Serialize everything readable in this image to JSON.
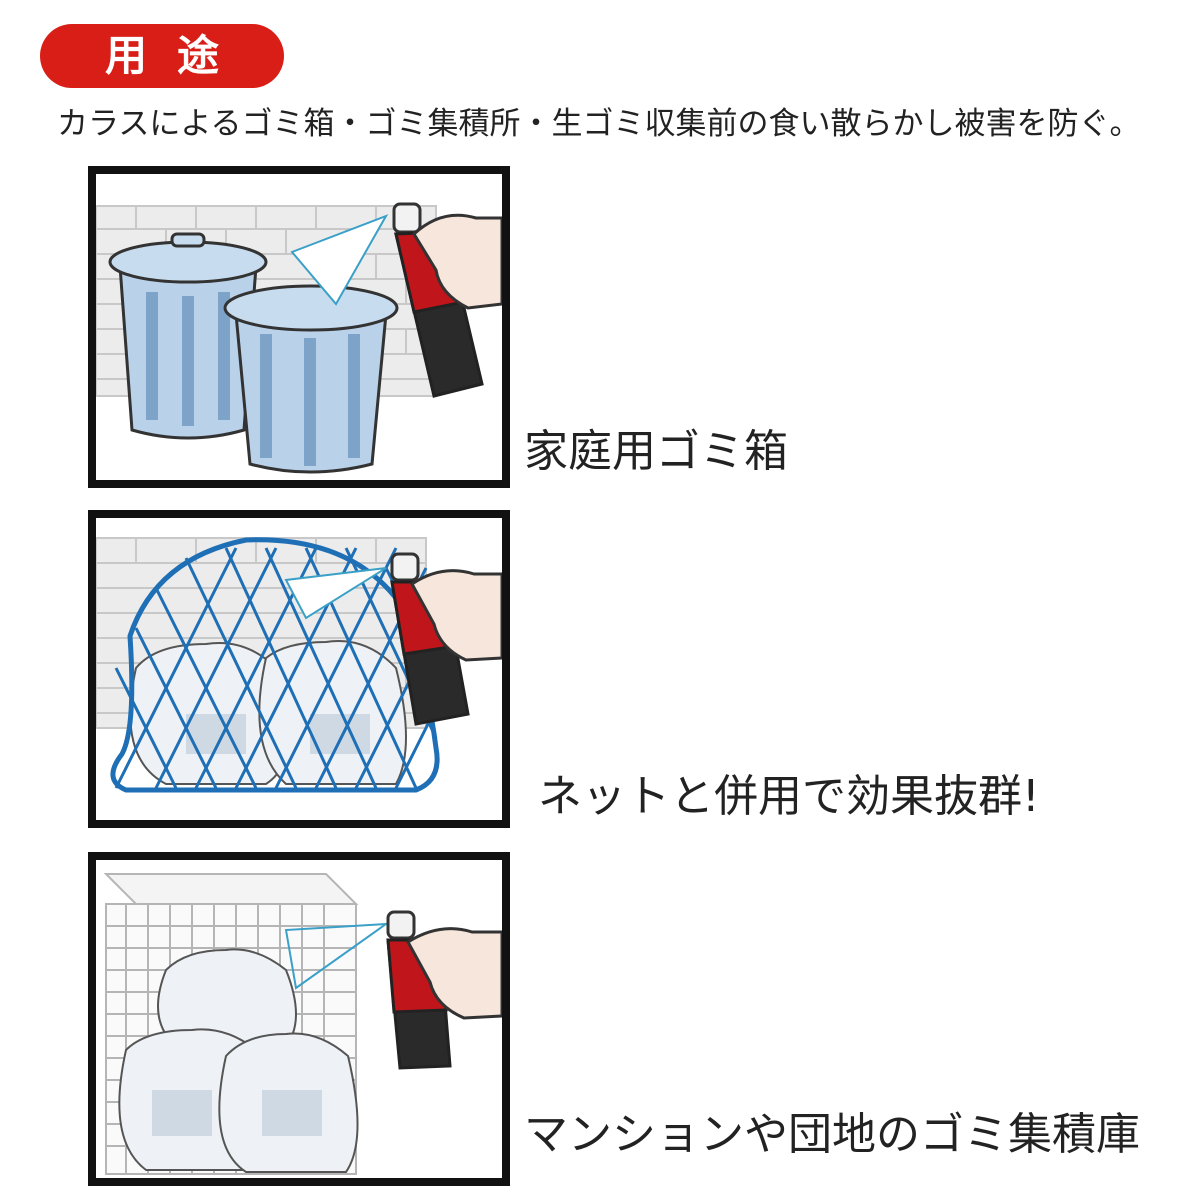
{
  "header": {
    "badge": "用途",
    "description": "カラスによるゴミ箱・ゴミ集積所・生ゴミ収集前の食い散らかし被害を防ぐ。"
  },
  "panels": [
    {
      "caption": "家庭用ゴミ箱"
    },
    {
      "caption": "ネットと併用で効果抜群!"
    },
    {
      "caption": "マンションや団地のゴミ集積庫"
    }
  ],
  "colors": {
    "badge": "#d81e17",
    "can_body": "#b9d2ea",
    "can_stripe": "#7ea3c8",
    "net": "#1e6fb5",
    "spray_red": "#c0161b",
    "spray_black": "#2a2a2a",
    "brick_wall": "#e4e4e4",
    "skin": "#f6e6dc"
  },
  "icons": [
    "trash-can-icon",
    "spray-can-icon",
    "hand-icon",
    "garbage-net-icon",
    "garbage-bag-icon",
    "wire-cage-icon"
  ]
}
